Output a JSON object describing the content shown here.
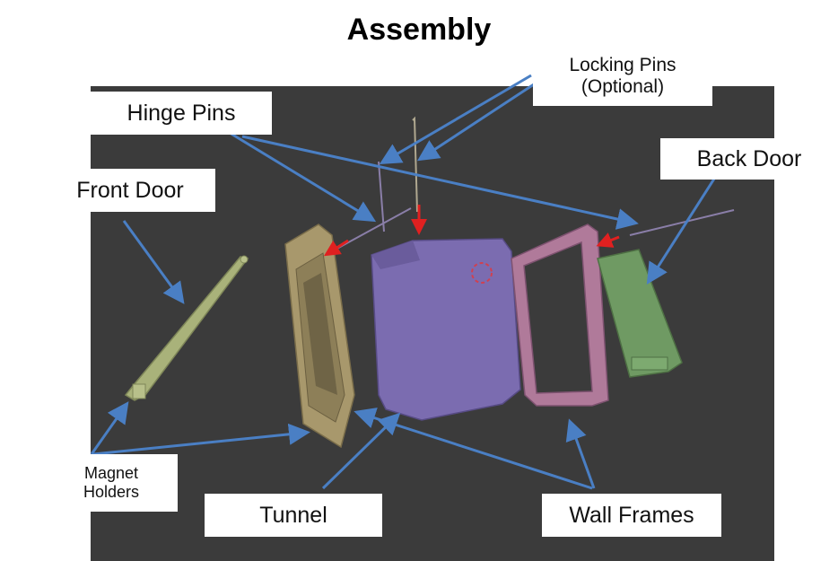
{
  "title": "Assembly",
  "labels": {
    "locking_pins_line1": "Locking Pins",
    "locking_pins_line2": "(Optional)",
    "hinge_pins": "Hinge Pins",
    "back_door": "Back Door",
    "front_door": "Front Door",
    "magnet_holders_line1": "Magnet",
    "magnet_holders_line2": "Holders",
    "tunnel": "Tunnel",
    "wall_frames": "Wall Frames"
  },
  "colors": {
    "background": "#ffffff",
    "viewport": "#3b3b3b",
    "arrow_blue": "#4a7fc4",
    "arrow_red": "#e02020",
    "front_door": "#a9b27a",
    "tunnel_frame": "#a8986c",
    "tunnel": "#7b6cb0",
    "wall_frame": "#b07a9a",
    "back_door": "#6f9a63",
    "pins": "#8a7ea8"
  }
}
